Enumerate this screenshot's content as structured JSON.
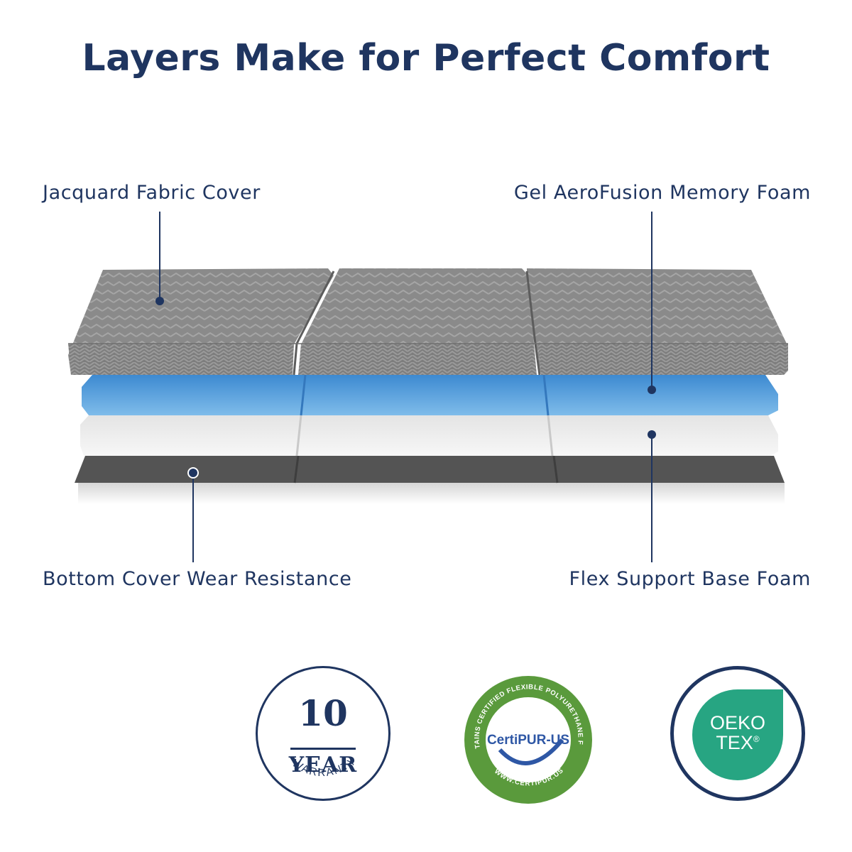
{
  "title": "Layers Make for Perfect Comfort",
  "labels": {
    "top_left": "Jacquard Fabric Cover",
    "top_right": "Gel AeroFusion Memory Foam",
    "bottom_left": "Bottom Cover Wear Resistance",
    "bottom_right": "Flex Support Base Foam"
  },
  "badges": {
    "warranty": {
      "number": "10",
      "unit": "YEAR",
      "text": "WARRANTY"
    },
    "certipur": {
      "brand": "CertiPUR-US",
      "arc_top": "CONTAINS CERTIFIED FLEXIBLE POLYURETHANE FOAM",
      "arc_bottom": "WWW.CERTIPUR.US"
    },
    "oeko": {
      "line1": "OEKO",
      "line2": "TEX",
      "mark": "®"
    }
  },
  "colors": {
    "navy": "#1f3560",
    "cover_gray": "#7c7c7c",
    "gel_blue": "#58a3df",
    "base_white": "#f1f1f1",
    "bottom_dark": "#555555",
    "certi_green": "#5a9a3c",
    "oeko_green": "#27a582"
  }
}
